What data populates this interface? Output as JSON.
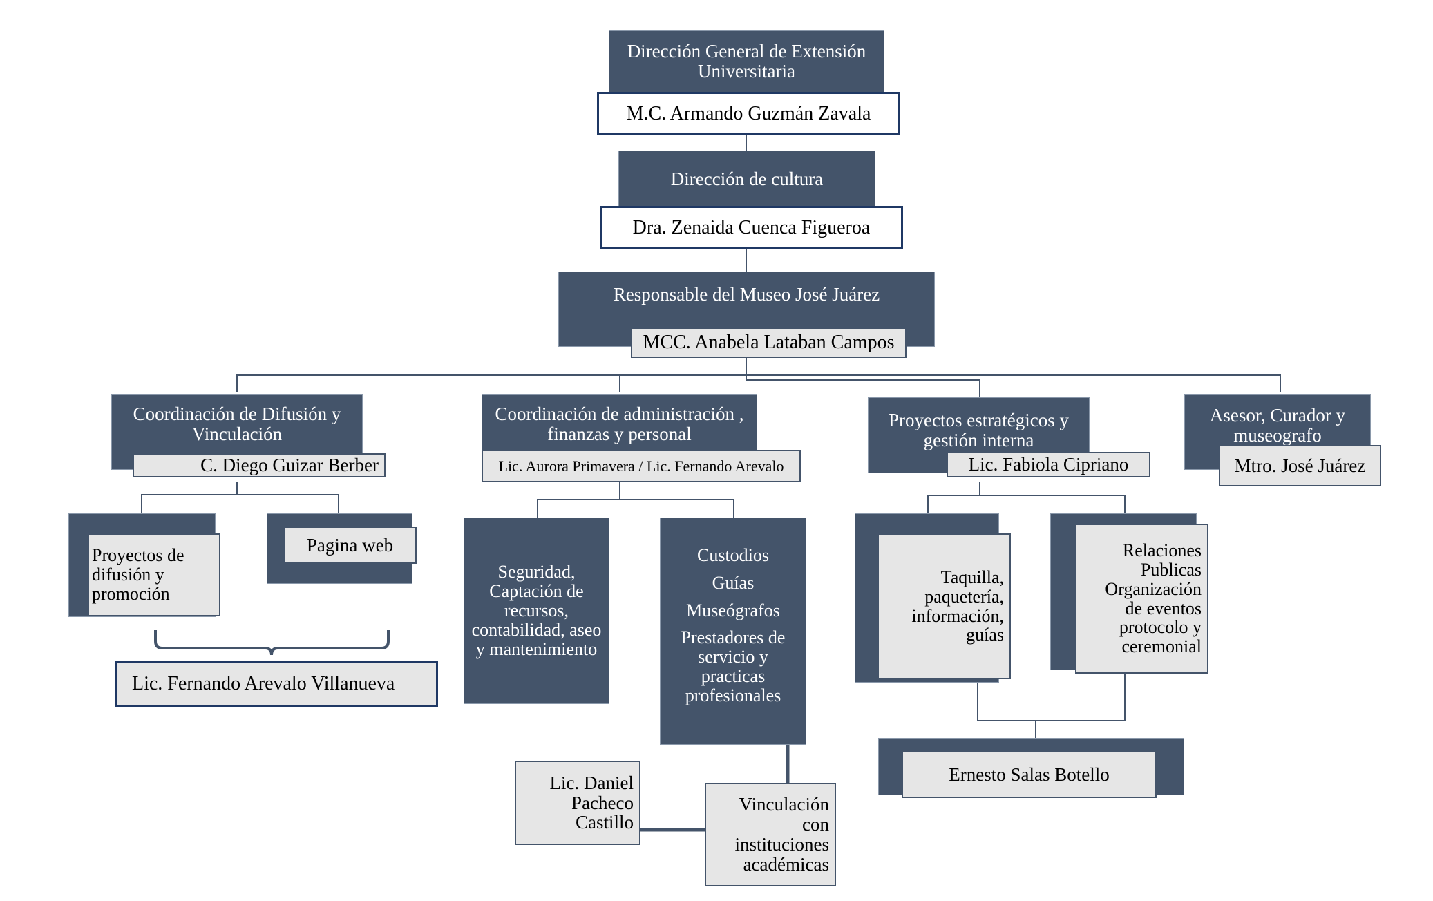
{
  "chart": {
    "level1": {
      "unit": "Dirección General de Extensión\nUniversitaria",
      "person": "M.C. Armando Guzmán Zavala"
    },
    "level2": {
      "unit": "Dirección de cultura",
      "person": "Dra. Zenaida Cuenca Figueroa"
    },
    "level3": {
      "unit": "Responsable del Museo José Juárez",
      "person": "MCC. Anabela Lataban Campos"
    },
    "branches": {
      "difusion": {
        "unit": "Coordinación de Difusión y\nVinculación",
        "person": "C. Diego Guizar Berber",
        "children": {
          "proyectos": "Proyectos de\ndifusión y\npromoción",
          "pagina_web": "Pagina web",
          "pagina_web_hidden": "Pagina Web"
        },
        "shared_person": "Lic. Fernando Arevalo Villanueva"
      },
      "administracion": {
        "unit": "Coordinación de administración ,\nfinanzas y personal",
        "person": "Lic. Aurora Primavera  / Lic. Fernando Arevalo",
        "children": {
          "seguridad": "Seguridad,\nCaptación de\nrecursos,\ncontabilidad, aseo\ny mantenimiento",
          "custodios": [
            "Custodios",
            "Guías",
            "Museógrafos",
            "Prestadores de\nservicio y\npracticas\nprofesionales"
          ]
        },
        "vinculacion": "Vinculación\ncon\ninstituciones\nacadémicas",
        "vinculacion_person": "Lic. Daniel\nPacheco\nCastillo"
      },
      "proyectos": {
        "unit": "Proyectos estratégicos y\ngestión interna",
        "person": "Lic. Fabiola Cipriano",
        "children": {
          "taquilla": "Taquilla,\npaquetería,\ninformación,\nguías",
          "relaciones": "Relaciones\nPublicas\nOrganización\nde eventos\nprotocolo y\nceremonial"
        },
        "shared_person": "Ernesto Salas Botello"
      },
      "asesor": {
        "unit": "Asesor, Curador y\nmuseografo",
        "person": "Mtro. José Juárez"
      }
    }
  },
  "colors": {
    "dark_box": "#44546A",
    "outline": "#1f3864",
    "light_box": "#e6e6e6",
    "connector": "#44546A"
  }
}
